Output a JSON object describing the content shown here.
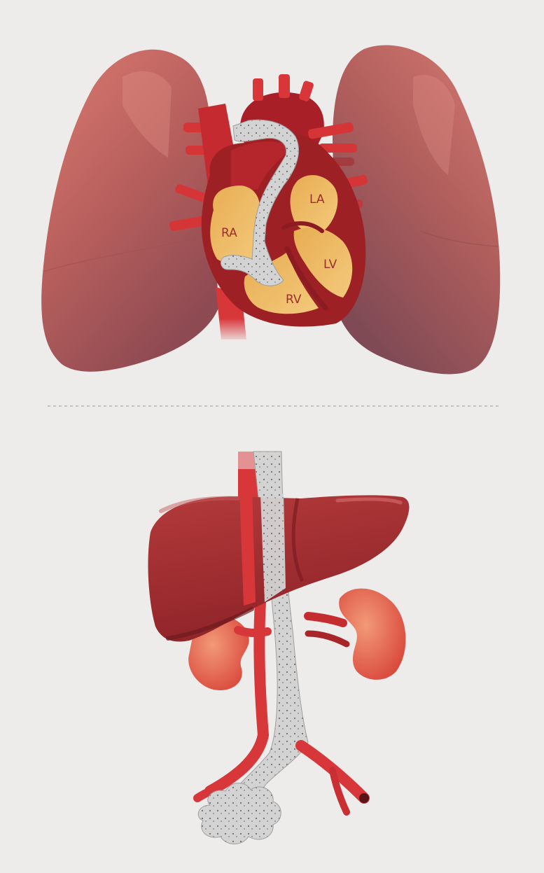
{
  "diagram": {
    "labels": {
      "ra": "RA",
      "la": "LA",
      "rv": "RV",
      "lv": "LV"
    },
    "colors": {
      "background": "#edeceb",
      "lung": "#b85d5b",
      "heart_wall": "#9c2126",
      "chamber": "#ecb75e",
      "vessel": "#d93a3c",
      "clot": "#cfcfcf",
      "liver": "#9e2a2e",
      "kidney": "#e3553e",
      "divider": "#b5b5b5"
    }
  }
}
